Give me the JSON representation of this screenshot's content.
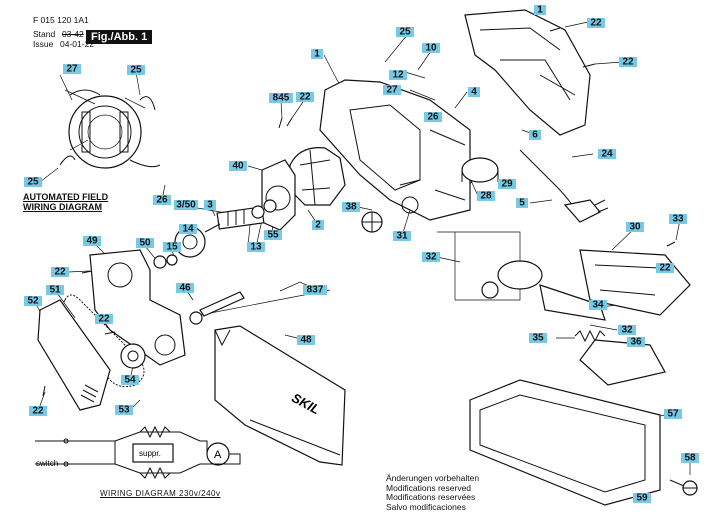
{
  "header": {
    "doc_number": "F 015 120 1A1",
    "stand_label": "Stand",
    "stand_value": "03-42",
    "issue_label": "Issue",
    "issue_value": "04-01-22",
    "figure_label": "Fig./Abb. 1"
  },
  "captions": {
    "automated_field_line1": "AUTOMATED FIELD",
    "automated_field_line2": "WIRING DIAGRAM",
    "wiring_diagram": "WIRING DIAGRAM 230v/240v",
    "switch": "switch",
    "suppr": "suppr.",
    "motor": "A",
    "brand": "SKIL"
  },
  "notes": [
    "Änderungen vorbehalten",
    "Modifications reserved",
    "Modifications reservées",
    "Salvo modificaciones"
  ],
  "part_labels": [
    {
      "id": "l1a",
      "text": "1"
    },
    {
      "id": "l22a",
      "text": "22"
    },
    {
      "id": "l22b",
      "text": "22"
    },
    {
      "id": "l25a",
      "text": "25"
    },
    {
      "id": "l10",
      "text": "10"
    },
    {
      "id": "l1b",
      "text": "1"
    },
    {
      "id": "l12",
      "text": "12"
    },
    {
      "id": "l27a",
      "text": "27"
    },
    {
      "id": "l4",
      "text": "4"
    },
    {
      "id": "l845",
      "text": "845"
    },
    {
      "id": "l22c",
      "text": "22"
    },
    {
      "id": "l26a",
      "text": "26"
    },
    {
      "id": "l6",
      "text": "6"
    },
    {
      "id": "l24",
      "text": "24"
    },
    {
      "id": "l27b",
      "text": "27"
    },
    {
      "id": "l25b",
      "text": "25"
    },
    {
      "id": "l40",
      "text": "40"
    },
    {
      "id": "l29",
      "text": "29"
    },
    {
      "id": "l28",
      "text": "28"
    },
    {
      "id": "l5",
      "text": "5"
    },
    {
      "id": "l25c",
      "text": "25"
    },
    {
      "id": "l26b",
      "text": "26"
    },
    {
      "id": "l350",
      "text": "3/50"
    },
    {
      "id": "l3",
      "text": "3"
    },
    {
      "id": "l38",
      "text": "38"
    },
    {
      "id": "l2",
      "text": "2"
    },
    {
      "id": "l31",
      "text": "31"
    },
    {
      "id": "l14",
      "text": "14"
    },
    {
      "id": "l55",
      "text": "55"
    },
    {
      "id": "l13",
      "text": "13"
    },
    {
      "id": "l33",
      "text": "33"
    },
    {
      "id": "l30",
      "text": "30"
    },
    {
      "id": "l49",
      "text": "49"
    },
    {
      "id": "l50",
      "text": "50"
    },
    {
      "id": "l15",
      "text": "15"
    },
    {
      "id": "l32a",
      "text": "32"
    },
    {
      "id": "l22d",
      "text": "22"
    },
    {
      "id": "l22e",
      "text": "22"
    },
    {
      "id": "l837",
      "text": "837"
    },
    {
      "id": "l46",
      "text": "46"
    },
    {
      "id": "l34",
      "text": "34"
    },
    {
      "id": "l52",
      "text": "52"
    },
    {
      "id": "l51",
      "text": "51"
    },
    {
      "id": "l32b",
      "text": "32"
    },
    {
      "id": "l22f",
      "text": "22"
    },
    {
      "id": "l35",
      "text": "35"
    },
    {
      "id": "l36",
      "text": "36"
    },
    {
      "id": "l48",
      "text": "48"
    },
    {
      "id": "l54",
      "text": "54"
    },
    {
      "id": "l22g",
      "text": "22"
    },
    {
      "id": "l53",
      "text": "53"
    },
    {
      "id": "l57",
      "text": "57"
    },
    {
      "id": "l58",
      "text": "58"
    },
    {
      "id": "l59",
      "text": "59"
    }
  ]
}
